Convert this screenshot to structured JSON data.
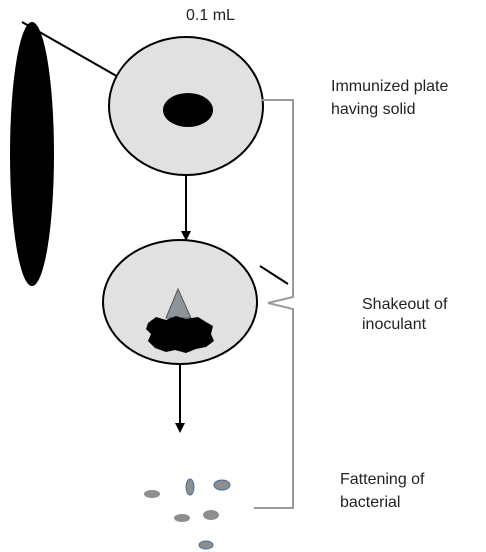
{
  "labels": {
    "volume": "0.1 mL",
    "plate_line1": "Immunized plate",
    "plate_line2": "having solid",
    "shakeout_line1": "Shakeout of",
    "shakeout_line2": "inoculant",
    "fattening_line1": "Fattening of",
    "fattening_line2": "bacterial"
  },
  "colors": {
    "dish_fill": "#e1e1e1",
    "ink": "#000000",
    "bracket": "#9a9a9a",
    "triangle": "#8d959b",
    "bacteria": "#8e8e8e",
    "bacteria_edge": "#4a6f9c"
  }
}
